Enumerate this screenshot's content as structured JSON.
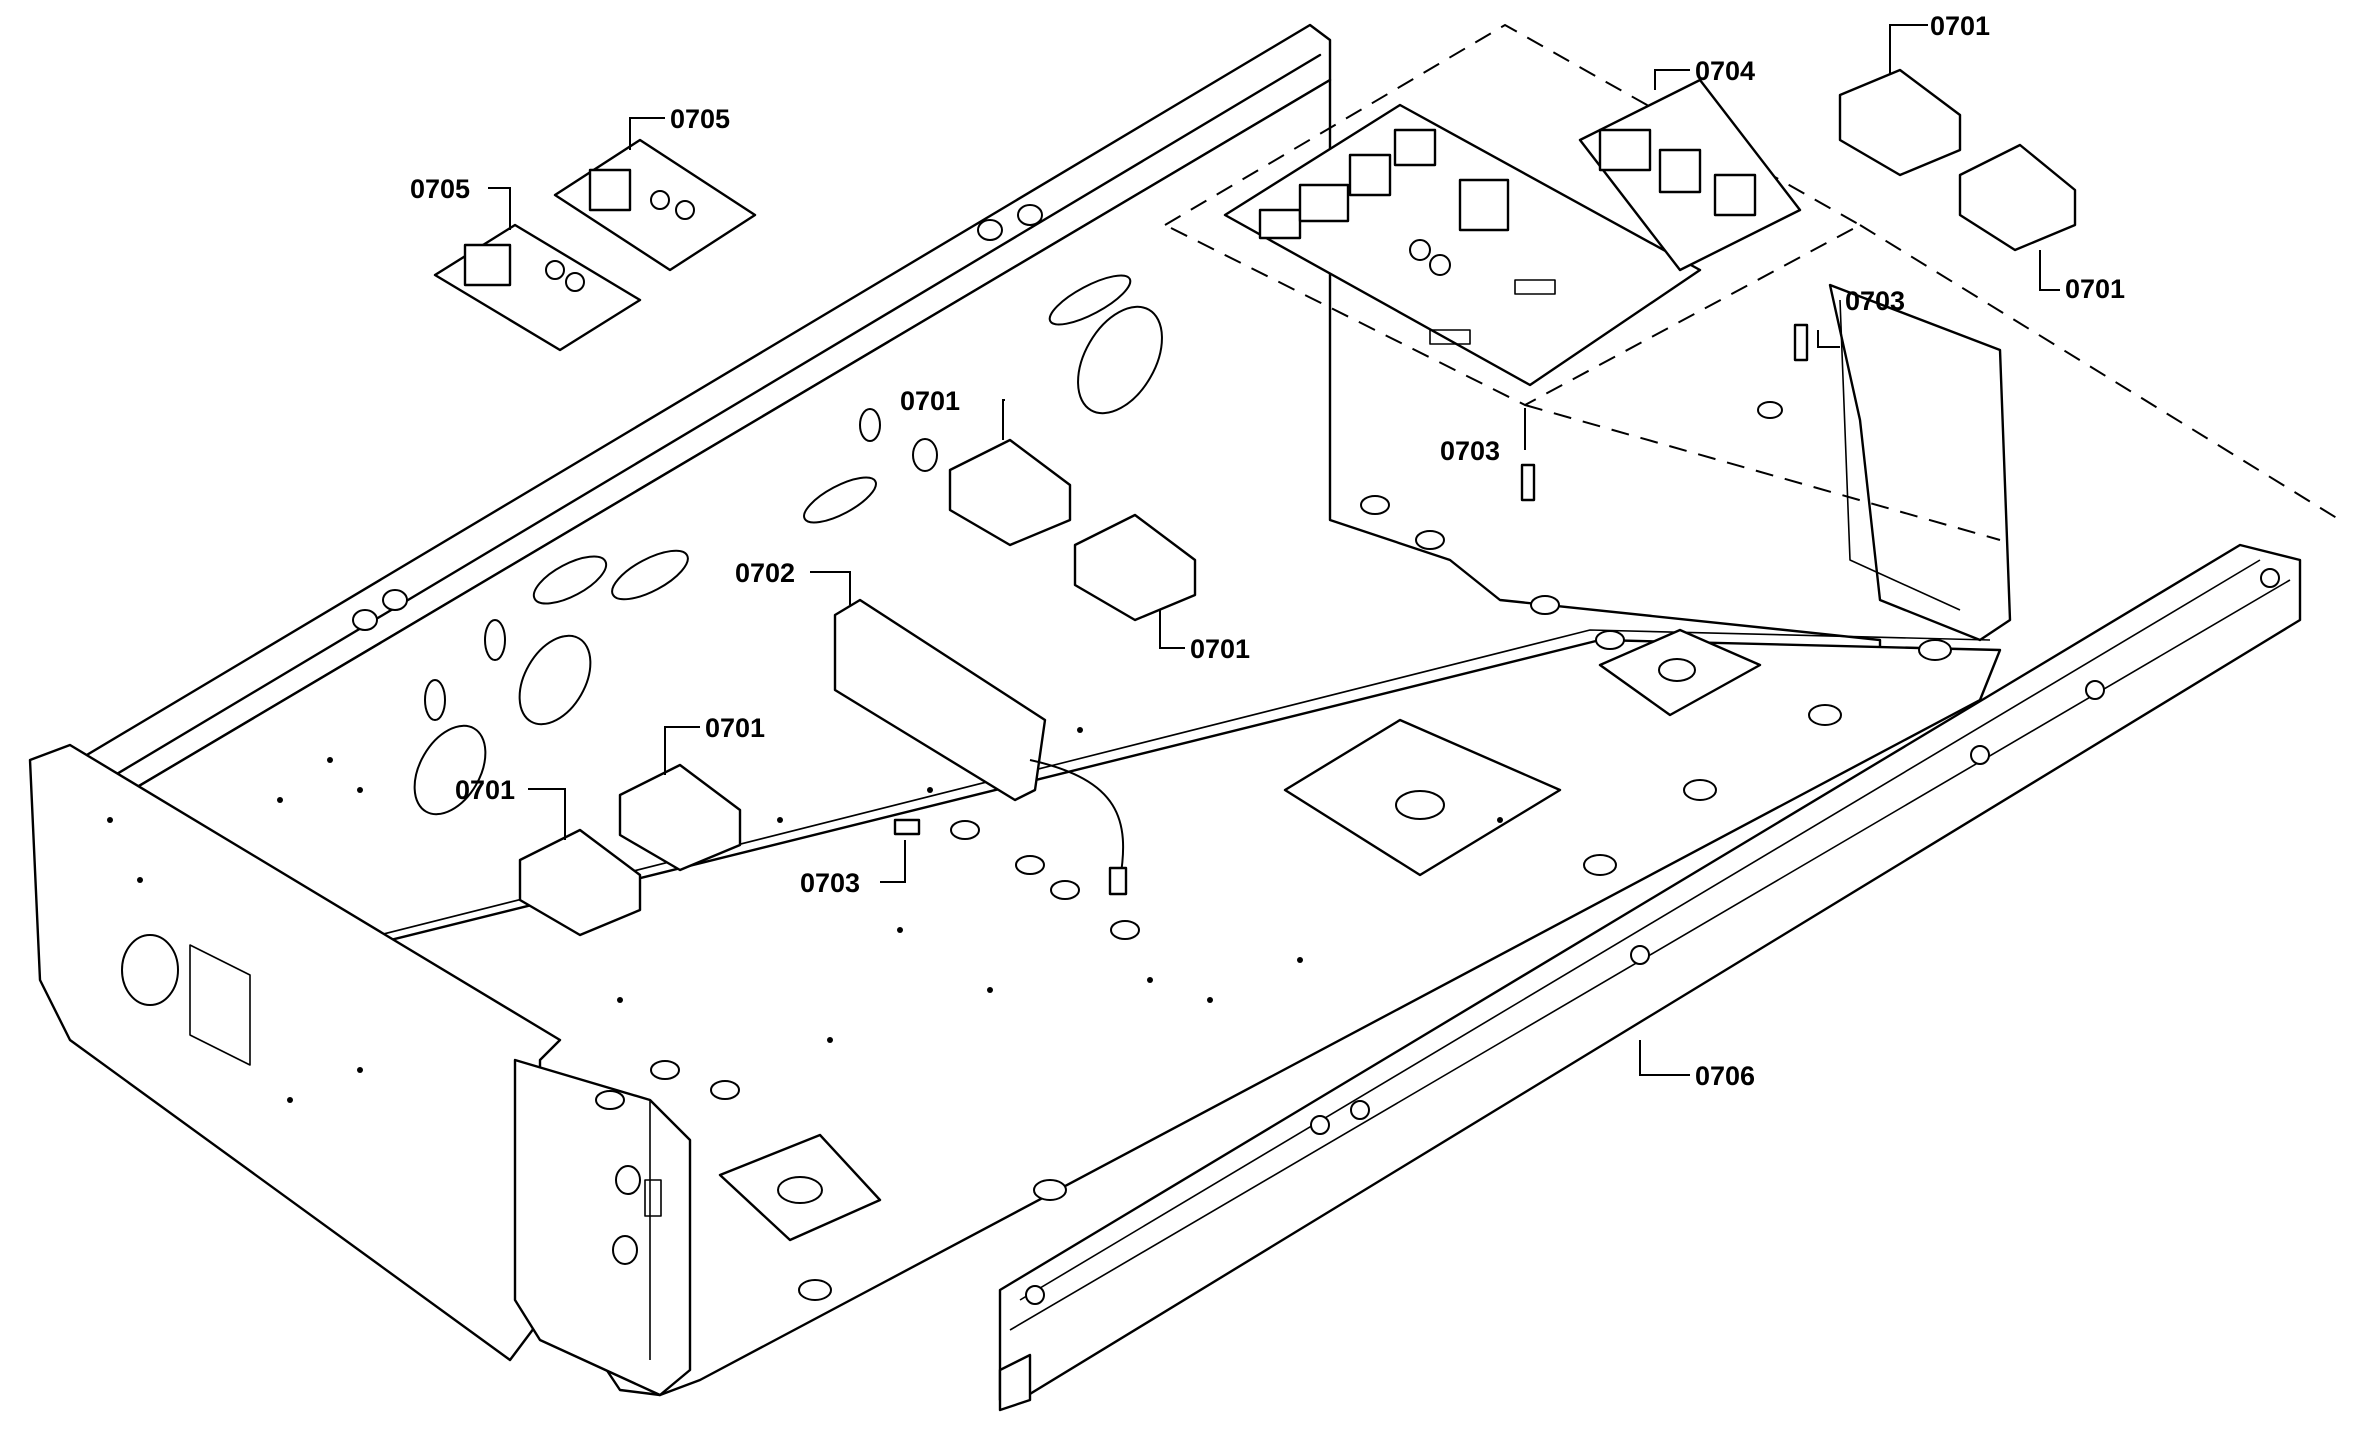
{
  "diagram": {
    "callouts": [
      {
        "id": "c1",
        "label": "0701"
      },
      {
        "id": "c2",
        "label": "0701"
      },
      {
        "id": "c3",
        "label": "0704"
      },
      {
        "id": "c4",
        "label": "0705"
      },
      {
        "id": "c5",
        "label": "0705"
      },
      {
        "id": "c6",
        "label": "0703"
      },
      {
        "id": "c7",
        "label": "0703"
      },
      {
        "id": "c8",
        "label": "0701"
      },
      {
        "id": "c9",
        "label": "0701"
      },
      {
        "id": "c10",
        "label": "0702"
      },
      {
        "id": "c11",
        "label": "0701"
      },
      {
        "id": "c12",
        "label": "0701"
      },
      {
        "id": "c13",
        "label": "0703"
      },
      {
        "id": "c14",
        "label": "0706"
      }
    ]
  }
}
